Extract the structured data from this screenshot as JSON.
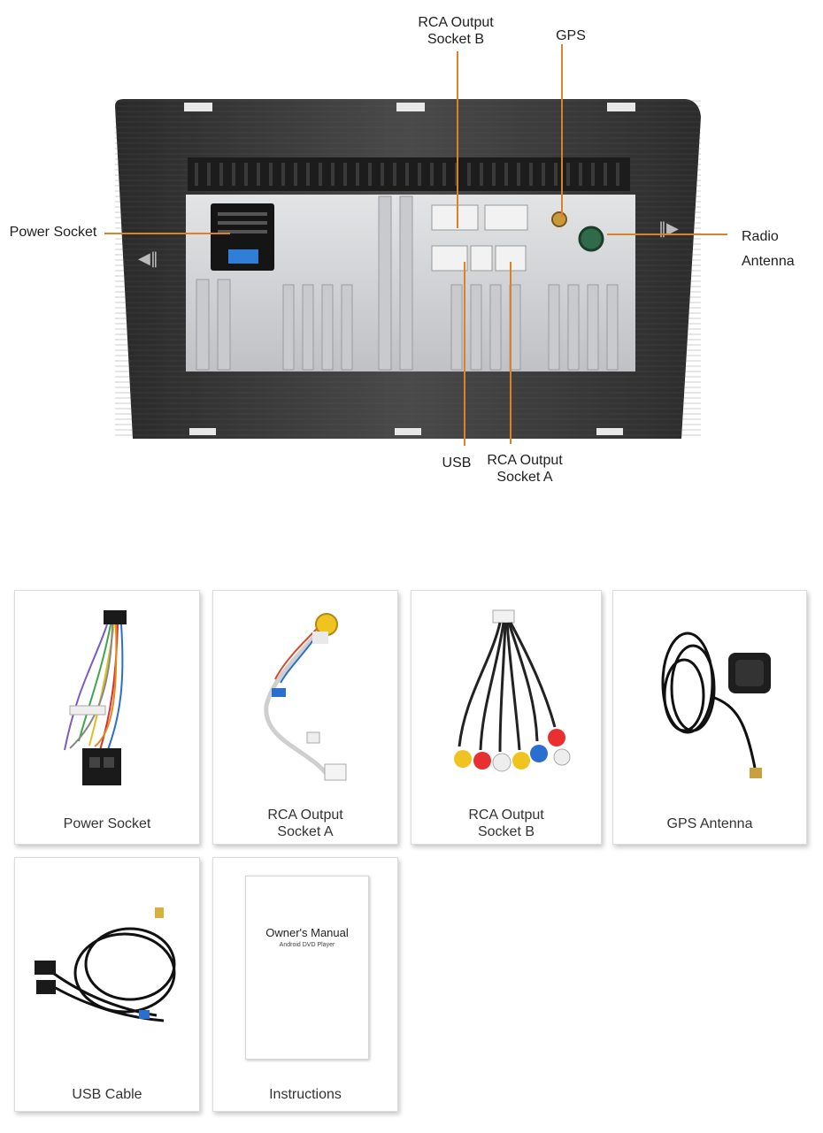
{
  "callouts": {
    "rca_b": "RCA Output\nSocket B",
    "gps": "GPS",
    "power": "Power Socket",
    "radio_line1": "Radio",
    "radio_line2": "Antenna",
    "usb": "USB",
    "rca_a": "RCA Output\nSocket A"
  },
  "accessories": [
    {
      "caption": "Power Socket",
      "icon": "power-harness-icon"
    },
    {
      "caption": "RCA Output\nSocket A",
      "icon": "rca-cable-icon"
    },
    {
      "caption": "RCA Output\nSocket B",
      "icon": "rca-bundle-icon"
    },
    {
      "caption": "GPS Antenna",
      "icon": "gps-antenna-icon"
    },
    {
      "caption": "USB Cable",
      "icon": "usb-cable-icon"
    },
    {
      "caption": "Instructions",
      "icon": "manual-icon"
    }
  ],
  "manual": {
    "title": "Owner's Manual",
    "subtitle": "Android DVD Player"
  },
  "colors": {
    "callout_line": "#d9822b",
    "housing": "#3a3a3a",
    "panel": "#cfd1d4"
  }
}
